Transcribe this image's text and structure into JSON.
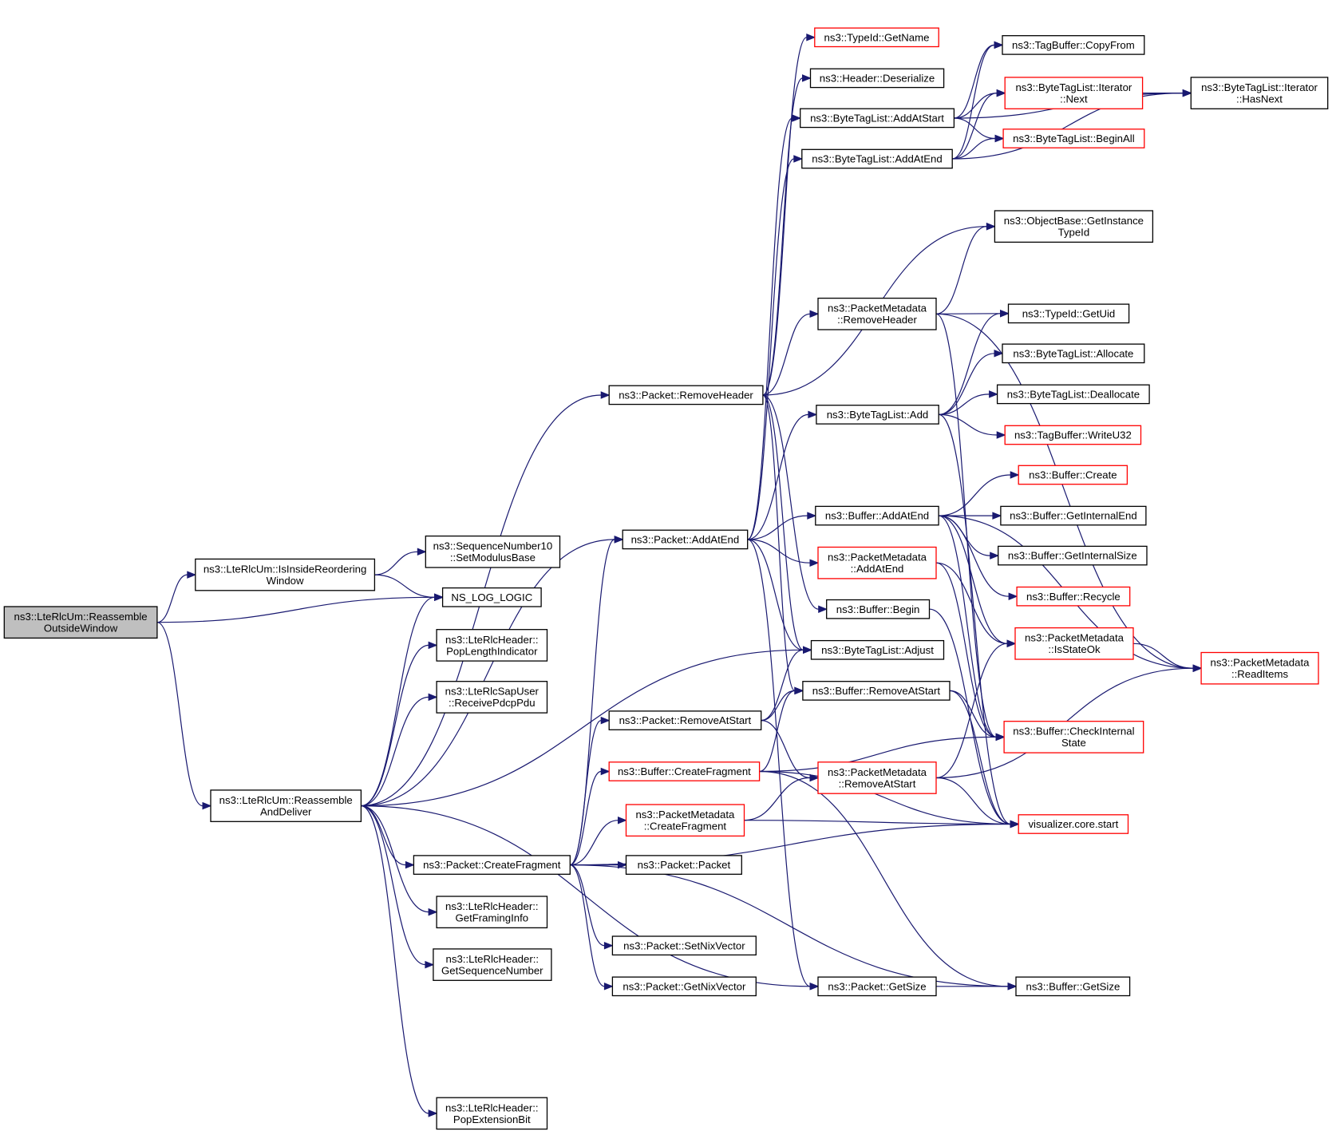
{
  "colors": {
    "edge": "#191970",
    "normal_border": "#000000",
    "red_border": "#ff0000",
    "root_fill": "#bfbfbf",
    "node_fill": "#ffffff"
  },
  "nodes": {
    "root": {
      "lines": [
        "ns3::LteRlcUm::Reassemble",
        "OutsideWindow"
      ],
      "style": "root"
    },
    "isInside": {
      "lines": [
        "ns3::LteRlcUm::IsInsideReordering",
        "Window"
      ],
      "style": "normal"
    },
    "reassembleDeliver": {
      "lines": [
        "ns3::LteRlcUm::Reassemble",
        "AndDeliver"
      ],
      "style": "normal"
    },
    "seqSetMod": {
      "lines": [
        "ns3::SequenceNumber10",
        "::SetModulusBase"
      ],
      "style": "normal"
    },
    "nsLog": {
      "lines": [
        "NS_LOG_LOGIC"
      ],
      "style": "normal"
    },
    "popLen": {
      "lines": [
        "ns3::LteRlcHeader::",
        "PopLengthIndicator"
      ],
      "style": "normal"
    },
    "receivePdcp": {
      "lines": [
        "ns3::LteRlcSapUser",
        "::ReceivePdcpPdu"
      ],
      "style": "normal"
    },
    "getFraming": {
      "lines": [
        "ns3::LteRlcHeader::",
        "GetFramingInfo"
      ],
      "style": "normal"
    },
    "getSeqNum": {
      "lines": [
        "ns3::LteRlcHeader::",
        "GetSequenceNumber"
      ],
      "style": "normal"
    },
    "popExt": {
      "lines": [
        "ns3::LteRlcHeader::",
        "PopExtensionBit"
      ],
      "style": "normal"
    },
    "pktRemoveHeader": {
      "lines": [
        "ns3::Packet::RemoveHeader"
      ],
      "style": "normal"
    },
    "pktAddAtEnd": {
      "lines": [
        "ns3::Packet::AddAtEnd"
      ],
      "style": "normal"
    },
    "pktRemoveAtStart": {
      "lines": [
        "ns3::Packet::RemoveAtStart"
      ],
      "style": "normal"
    },
    "bufCreateFrag": {
      "lines": [
        "ns3::Buffer::CreateFragment"
      ],
      "style": "red"
    },
    "pmCreateFrag": {
      "lines": [
        "ns3::PacketMetadata",
        "::CreateFragment"
      ],
      "style": "red"
    },
    "pktCreateFrag": {
      "lines": [
        "ns3::Packet::CreateFragment"
      ],
      "style": "normal"
    },
    "pktPacket": {
      "lines": [
        "ns3::Packet::Packet"
      ],
      "style": "normal"
    },
    "pktSetNix": {
      "lines": [
        "ns3::Packet::SetNixVector"
      ],
      "style": "normal"
    },
    "pktGetNix": {
      "lines": [
        "ns3::Packet::GetNixVector"
      ],
      "style": "normal"
    },
    "typeIdGetName": {
      "lines": [
        "ns3::TypeId::GetName"
      ],
      "style": "red"
    },
    "headerDeser": {
      "lines": [
        "ns3::Header::Deserialize"
      ],
      "style": "normal"
    },
    "btlAddAtStart": {
      "lines": [
        "ns3::ByteTagList::AddAtStart"
      ],
      "style": "normal"
    },
    "btlAddAtEnd": {
      "lines": [
        "ns3::ByteTagList::AddAtEnd"
      ],
      "style": "normal"
    },
    "pmRemoveHeader": {
      "lines": [
        "ns3::PacketMetadata",
        "::RemoveHeader"
      ],
      "style": "normal"
    },
    "btlAdd": {
      "lines": [
        "ns3::ByteTagList::Add"
      ],
      "style": "normal"
    },
    "bufAddAtEnd": {
      "lines": [
        "ns3::Buffer::AddAtEnd"
      ],
      "style": "normal"
    },
    "pmAddAtEnd": {
      "lines": [
        "ns3::PacketMetadata",
        "::AddAtEnd"
      ],
      "style": "red"
    },
    "bufBegin": {
      "lines": [
        "ns3::Buffer::Begin"
      ],
      "style": "normal"
    },
    "btlAdjust": {
      "lines": [
        "ns3::ByteTagList::Adjust"
      ],
      "style": "normal"
    },
    "bufRemoveAtStart": {
      "lines": [
        "ns3::Buffer::RemoveAtStart"
      ],
      "style": "normal"
    },
    "pmRemoveAtStart": {
      "lines": [
        "ns3::PacketMetadata",
        "::RemoveAtStart"
      ],
      "style": "red"
    },
    "pktGetSize": {
      "lines": [
        "ns3::Packet::GetSize"
      ],
      "style": "normal"
    },
    "tbCopyFrom": {
      "lines": [
        "ns3::TagBuffer::CopyFrom"
      ],
      "style": "normal"
    },
    "btlIterNext": {
      "lines": [
        "ns3::ByteTagList::Iterator",
        "::Next"
      ],
      "style": "red"
    },
    "btlBeginAll": {
      "lines": [
        "ns3::ByteTagList::BeginAll"
      ],
      "style": "red"
    },
    "obGetInst": {
      "lines": [
        "ns3::ObjectBase::GetInstance",
        "TypeId"
      ],
      "style": "normal"
    },
    "typeIdGetUid": {
      "lines": [
        "ns3::TypeId::GetUid"
      ],
      "style": "normal"
    },
    "btlAllocate": {
      "lines": [
        "ns3::ByteTagList::Allocate"
      ],
      "style": "normal"
    },
    "btlDeallocate": {
      "lines": [
        "ns3::ByteTagList::Deallocate"
      ],
      "style": "normal"
    },
    "tbWriteU32": {
      "lines": [
        "ns3::TagBuffer::WriteU32"
      ],
      "style": "red"
    },
    "bufCreate": {
      "lines": [
        "ns3::Buffer::Create"
      ],
      "style": "red"
    },
    "bufGetIntEnd": {
      "lines": [
        "ns3::Buffer::GetInternalEnd"
      ],
      "style": "normal"
    },
    "bufGetIntSize": {
      "lines": [
        "ns3::Buffer::GetInternalSize"
      ],
      "style": "normal"
    },
    "bufRecycle": {
      "lines": [
        "ns3::Buffer::Recycle"
      ],
      "style": "red"
    },
    "pmIsStateOk": {
      "lines": [
        "ns3::PacketMetadata",
        "::IsStateOk"
      ],
      "style": "red"
    },
    "bufCheckInt": {
      "lines": [
        "ns3::Buffer::CheckInternal",
        "State"
      ],
      "style": "red"
    },
    "vizStart": {
      "lines": [
        "visualizer.core.start"
      ],
      "style": "red"
    },
    "bufGetSize": {
      "lines": [
        "ns3::Buffer::GetSize"
      ],
      "style": "normal"
    },
    "btlIterHasNext": {
      "lines": [
        "ns3::ByteTagList::Iterator",
        "::HasNext"
      ],
      "style": "normal"
    },
    "pmReadItems": {
      "lines": [
        "ns3::PacketMetadata",
        "::ReadItems"
      ],
      "style": "red"
    }
  }
}
